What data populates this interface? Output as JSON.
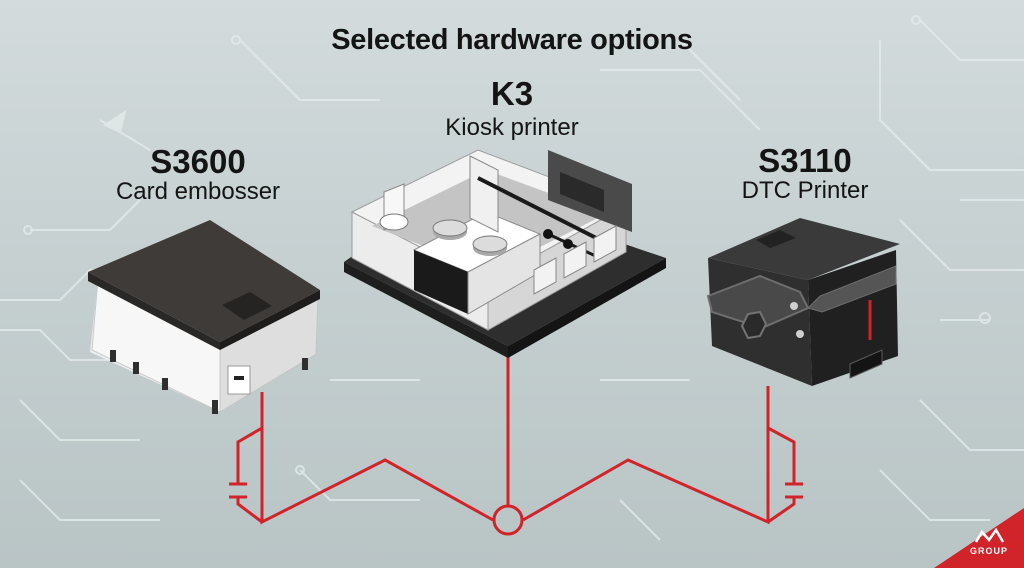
{
  "title": "Selected hardware options",
  "devices": [
    {
      "model": "K3",
      "description": "Kiosk printer"
    },
    {
      "model": "S3600",
      "description": "Card embosser"
    },
    {
      "model": "S3110",
      "description": "DTC Printer"
    }
  ],
  "logo": {
    "text": "GROUP"
  },
  "colors": {
    "accent": "#d1232a",
    "background": "#c6d0d1",
    "device_dark": "#3b3b3b",
    "device_light": "#f1f1f1"
  }
}
